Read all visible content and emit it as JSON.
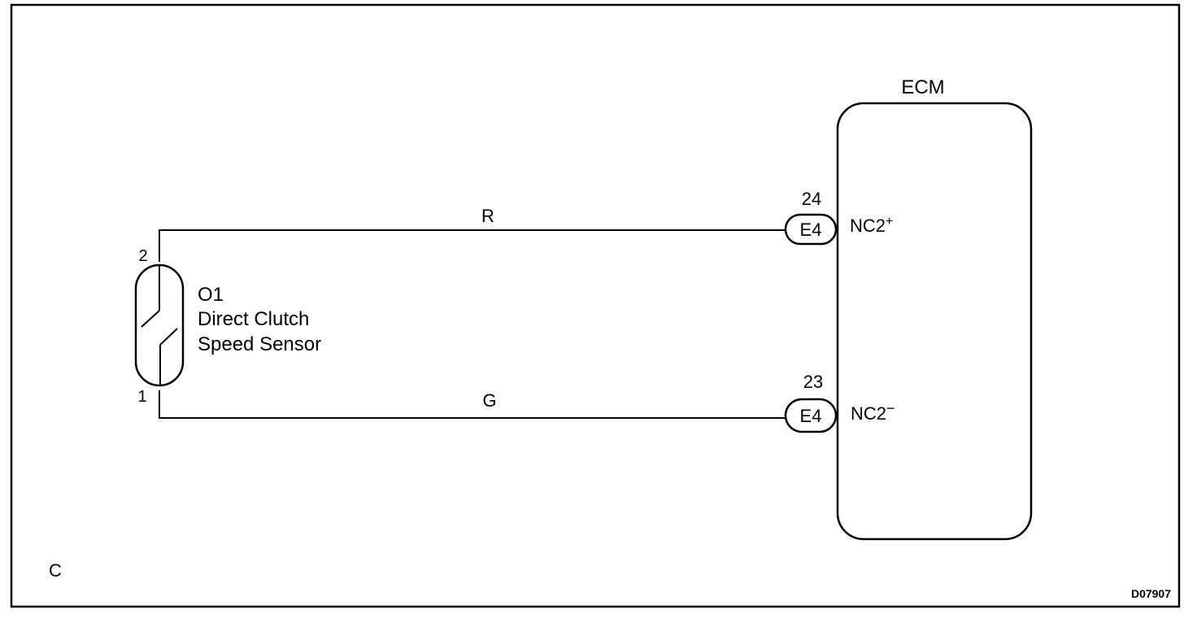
{
  "sensor": {
    "code": "O1",
    "name_line1": "Direct Clutch",
    "name_line2": "Speed Sensor",
    "pin_top": "2",
    "pin_bottom": "1"
  },
  "ecm": {
    "title": "ECM",
    "terminals": [
      {
        "pin": "24",
        "connector": "E4",
        "signal_base": "NC2",
        "signal_sign": "+"
      },
      {
        "pin": "23",
        "connector": "E4",
        "signal_base": "NC2",
        "signal_sign": "−"
      }
    ]
  },
  "wires": {
    "top_color": "R",
    "bottom_color": "G"
  },
  "corner_label": "C",
  "figure_id": "D07907"
}
